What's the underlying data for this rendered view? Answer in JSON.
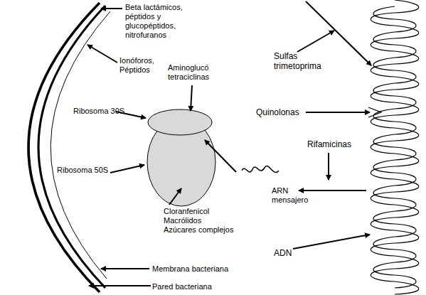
{
  "diagram": {
    "labels": [
      "Beta lactámicos, péptidos y glucopéptidos, nitrofuranos",
      "Ionóforos, Péptidos",
      "Aminoglucó tetraciclinas",
      "Ribosoma 30S",
      "Ribosoma 50S",
      "Cloranfenicol Macrólidos Azúcares complejos",
      "Membrana bacteriana",
      "Pared bacteriana",
      "Sulfas trimetoprima",
      "Quinolonas",
      "Rifamicinas",
      "ARN mensajero",
      "ADN"
    ]
  }
}
